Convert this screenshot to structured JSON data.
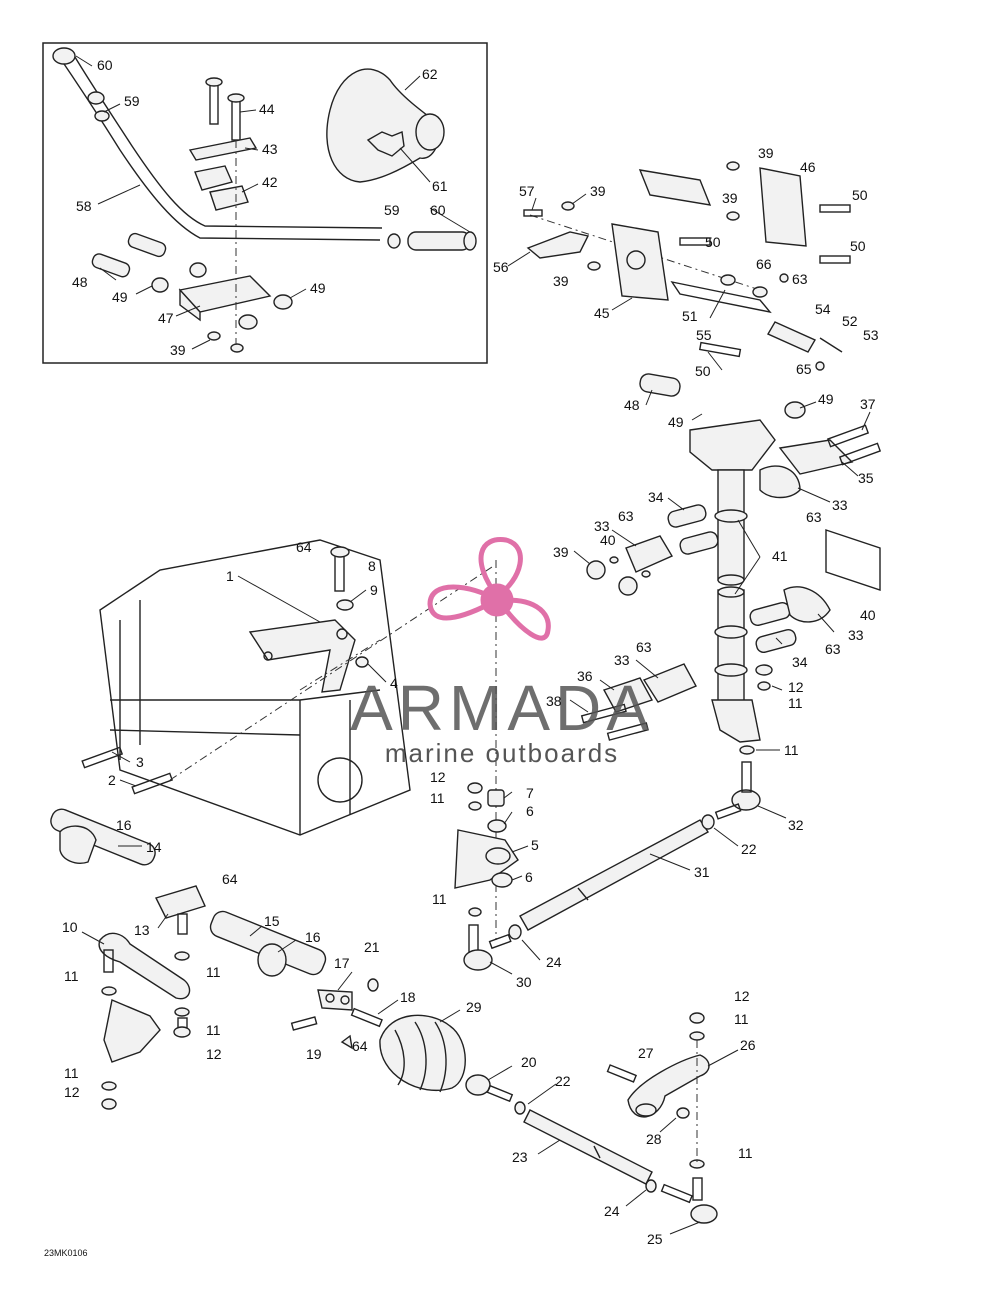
{
  "diagram_code": "23MK0106",
  "watermark": {
    "brand": "ARMADA",
    "tagline": "marine outboards",
    "color": "#e070a8",
    "text_color": "#555555"
  },
  "callouts": [
    {
      "id": "c60a",
      "text": "60"
    },
    {
      "id": "c59a",
      "text": "59"
    },
    {
      "id": "c58",
      "text": "58"
    },
    {
      "id": "c44",
      "text": "44"
    },
    {
      "id": "c43",
      "text": "43"
    },
    {
      "id": "c42",
      "text": "42"
    },
    {
      "id": "c62",
      "text": "62"
    },
    {
      "id": "c61",
      "text": "61"
    },
    {
      "id": "c59b",
      "text": "59"
    },
    {
      "id": "c60b",
      "text": "60"
    },
    {
      "id": "c48a",
      "text": "48"
    },
    {
      "id": "c49a",
      "text": "49"
    },
    {
      "id": "c49b",
      "text": "49"
    },
    {
      "id": "c47",
      "text": "47"
    },
    {
      "id": "c39a",
      "text": "39"
    },
    {
      "id": "c39b",
      "text": "39"
    },
    {
      "id": "c46",
      "text": "46"
    },
    {
      "id": "c57",
      "text": "57"
    },
    {
      "id": "c39c",
      "text": "39"
    },
    {
      "id": "c39d",
      "text": "39"
    },
    {
      "id": "c50a",
      "text": "50"
    },
    {
      "id": "c50b",
      "text": "50"
    },
    {
      "id": "c50c",
      "text": "50"
    },
    {
      "id": "c56",
      "text": "56"
    },
    {
      "id": "c39e",
      "text": "39"
    },
    {
      "id": "c66",
      "text": "66"
    },
    {
      "id": "c63a",
      "text": "63"
    },
    {
      "id": "c45",
      "text": "45"
    },
    {
      "id": "c51",
      "text": "51"
    },
    {
      "id": "c54",
      "text": "54"
    },
    {
      "id": "c55",
      "text": "55"
    },
    {
      "id": "c52",
      "text": "52"
    },
    {
      "id": "c53",
      "text": "53"
    },
    {
      "id": "c50d",
      "text": "50"
    },
    {
      "id": "c65",
      "text": "65"
    },
    {
      "id": "c48b",
      "text": "48"
    },
    {
      "id": "c49c",
      "text": "49"
    },
    {
      "id": "c49d",
      "text": "49"
    },
    {
      "id": "c37",
      "text": "37"
    },
    {
      "id": "c35",
      "text": "35"
    },
    {
      "id": "c33a",
      "text": "33"
    },
    {
      "id": "c63b",
      "text": "63"
    },
    {
      "id": "c34a",
      "text": "34"
    },
    {
      "id": "c63c",
      "text": "63"
    },
    {
      "id": "c33b",
      "text": "33"
    },
    {
      "id": "c40a",
      "text": "40"
    },
    {
      "id": "c39f",
      "text": "39"
    },
    {
      "id": "c41",
      "text": "41"
    },
    {
      "id": "c40b",
      "text": "40"
    },
    {
      "id": "c33c",
      "text": "33"
    },
    {
      "id": "c63d",
      "text": "63"
    },
    {
      "id": "c34b",
      "text": "34"
    },
    {
      "id": "c63e",
      "text": "63"
    },
    {
      "id": "c33d",
      "text": "33"
    },
    {
      "id": "c36",
      "text": "36"
    },
    {
      "id": "c38",
      "text": "38"
    },
    {
      "id": "c12a",
      "text": "12"
    },
    {
      "id": "c11a",
      "text": "11"
    },
    {
      "id": "c11b",
      "text": "11"
    },
    {
      "id": "c64a",
      "text": "64"
    },
    {
      "id": "c8",
      "text": "8"
    },
    {
      "id": "c9",
      "text": "9"
    },
    {
      "id": "c1",
      "text": "1"
    },
    {
      "id": "c4",
      "text": "4"
    },
    {
      "id": "c3",
      "text": "3"
    },
    {
      "id": "c2",
      "text": "2"
    },
    {
      "id": "c12b",
      "text": "12"
    },
    {
      "id": "c11c",
      "text": "11"
    },
    {
      "id": "c7",
      "text": "7"
    },
    {
      "id": "c6a",
      "text": "6"
    },
    {
      "id": "c5",
      "text": "5"
    },
    {
      "id": "c6b",
      "text": "6"
    },
    {
      "id": "c11d",
      "text": "11"
    },
    {
      "id": "c32",
      "text": "32"
    },
    {
      "id": "c22a",
      "text": "22"
    },
    {
      "id": "c31",
      "text": "31"
    },
    {
      "id": "c24a",
      "text": "24"
    },
    {
      "id": "c30",
      "text": "30"
    },
    {
      "id": "c16a",
      "text": "16"
    },
    {
      "id": "c14",
      "text": "14"
    },
    {
      "id": "c64b",
      "text": "64"
    },
    {
      "id": "c13",
      "text": "13"
    },
    {
      "id": "c15",
      "text": "15"
    },
    {
      "id": "c16b",
      "text": "16"
    },
    {
      "id": "c10",
      "text": "10"
    },
    {
      "id": "c11e",
      "text": "11"
    },
    {
      "id": "c11f",
      "text": "11"
    },
    {
      "id": "c11g",
      "text": "11"
    },
    {
      "id": "c12c",
      "text": "12"
    },
    {
      "id": "c11h",
      "text": "11"
    },
    {
      "id": "c12d",
      "text": "12"
    },
    {
      "id": "c21",
      "text": "21"
    },
    {
      "id": "c17",
      "text": "17"
    },
    {
      "id": "c18",
      "text": "18"
    },
    {
      "id": "c19",
      "text": "19"
    },
    {
      "id": "c64c",
      "text": "64"
    },
    {
      "id": "c29",
      "text": "29"
    },
    {
      "id": "c20",
      "text": "20"
    },
    {
      "id": "c22b",
      "text": "22"
    },
    {
      "id": "c23",
      "text": "23"
    },
    {
      "id": "c24b",
      "text": "24"
    },
    {
      "id": "c25",
      "text": "25"
    },
    {
      "id": "c12e",
      "text": "12"
    },
    {
      "id": "c11i",
      "text": "11"
    },
    {
      "id": "c27",
      "text": "27"
    },
    {
      "id": "c26",
      "text": "26"
    },
    {
      "id": "c28",
      "text": "28"
    },
    {
      "id": "c11j",
      "text": "11"
    }
  ]
}
